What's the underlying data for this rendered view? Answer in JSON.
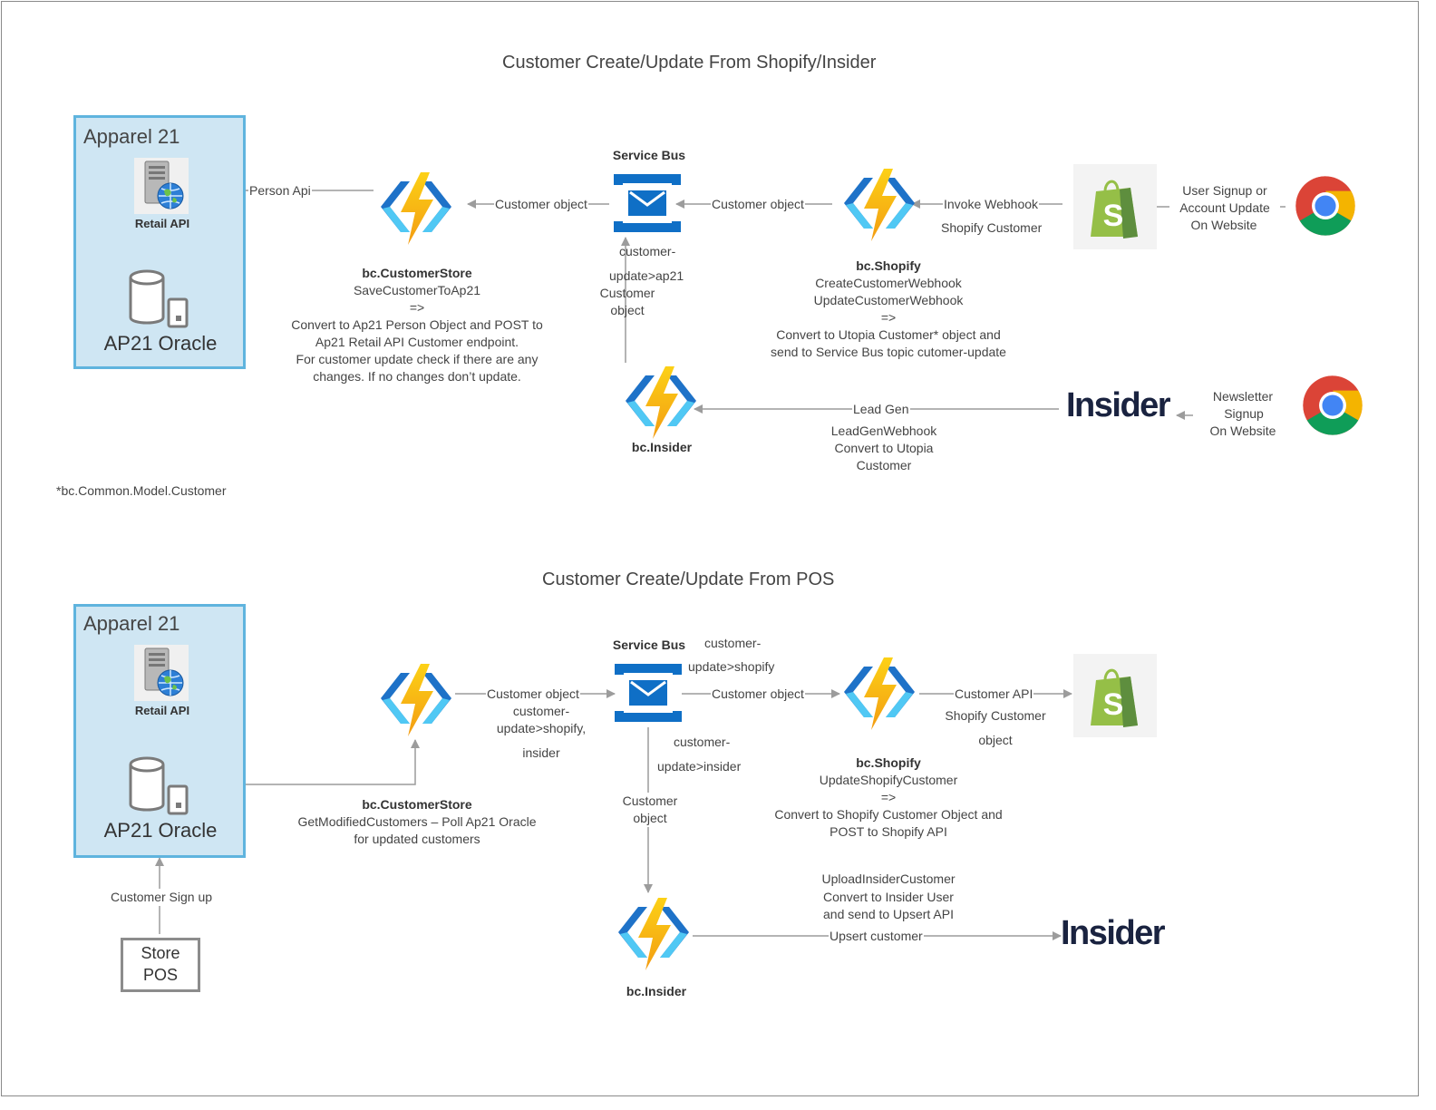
{
  "titles": {
    "top": "Customer Create/Update From Shopify/Insider",
    "bottom": "Customer Create/Update From POS"
  },
  "footnote": "*bc.Common.Model.Customer",
  "top": {
    "apparel": {
      "name": "Apparel 21",
      "retail_api": "Retail API",
      "oracle": "AP21 Oracle"
    },
    "customer_store": {
      "name": "bc.CustomerStore",
      "desc": [
        "SaveCustomerToAp21",
        "=>",
        "Convert to Ap21 Person Object and POST to",
        "Ap21 Retail API Customer endpoint.",
        "For customer update check if there are any",
        "changes. If no changes don’t update."
      ]
    },
    "service_bus": {
      "name": "Service Bus",
      "topic": [
        "customer-",
        "update>ap21",
        "Customer",
        "object"
      ]
    },
    "shopify_fn": {
      "name": "bc.Shopify",
      "desc": [
        "CreateCustomerWebhook",
        "UpdateCustomerWebhook",
        "=>",
        "Convert to Utopia Customer* object and",
        "send to Service Bus topic cutomer-update"
      ]
    },
    "insider_fn": {
      "name": "bc.Insider"
    },
    "edges": {
      "person_api": "Person Api",
      "customer_object_1": "Customer object",
      "customer_object_2": "Customer object",
      "invoke_webhook": "Invoke Webhook",
      "shopify_customer": "Shopify Customer",
      "user_signup": [
        "User Signup or",
        "Account Update",
        "On Website"
      ],
      "lead_gen": "Lead Gen",
      "lead_gen_desc": [
        "LeadGenWebhook",
        "Convert to Utopia",
        "Customer"
      ],
      "newsletter": [
        "Newsletter",
        "Signup",
        "On Website"
      ]
    }
  },
  "bottom": {
    "apparel": {
      "name": "Apparel 21",
      "retail_api": "Retail API",
      "oracle": "AP21 Oracle"
    },
    "store_pos": [
      "Store",
      "POS"
    ],
    "customer_sign_up": "Customer Sign up",
    "customer_store": {
      "name": "bc.CustomerStore",
      "desc": [
        "GetModifiedCustomers – Poll Ap21 Oracle",
        "for updated customers"
      ]
    },
    "service_bus": {
      "name": "Service Bus",
      "topic_shopify": [
        "customer-",
        "update>shopify"
      ],
      "topic_insider": [
        "customer-",
        "update>insider"
      ]
    },
    "shopify_fn": {
      "name": "bc.Shopify",
      "desc": [
        "UpdateShopifyCustomer",
        "=>",
        "Convert to Shopify Customer Object and",
        "POST to Shopify API"
      ]
    },
    "insider_fn": {
      "name": "bc.Insider",
      "desc": [
        "UploadInsiderCustomer",
        "Convert to Insider User",
        "and send to Upsert API"
      ]
    },
    "edges": {
      "customer_object_1": "Customer object",
      "cs_topic": [
        "customer-",
        "update>shopify,",
        "insider"
      ],
      "customer_object_2": "Customer object",
      "customer_api": "Customer API",
      "shopify_customer": [
        "Shopify Customer",
        "object"
      ],
      "customer_object_3": [
        "Customer",
        "object"
      ],
      "upsert_customer": "Upsert customer"
    }
  },
  "insider_logo_text": "Insider",
  "shopify_logo_letter": "S",
  "colors": {
    "apparel_fill": "#cfe6f3",
    "apparel_border": "#5fb4de",
    "bolt": "#f7b51c",
    "bracket_dark": "#1e72c8",
    "bracket_light": "#50c8f4",
    "service_bus": "#0f6fc6",
    "shopify_green": "#95bf47",
    "insider_navy": "#1a2340",
    "arrow": "#9c9c9c"
  },
  "icons": [
    "server-globe-icon",
    "database-icon",
    "azure-function-icon",
    "service-bus-icon",
    "shopify-icon",
    "chrome-icon",
    "insider-logo"
  ]
}
